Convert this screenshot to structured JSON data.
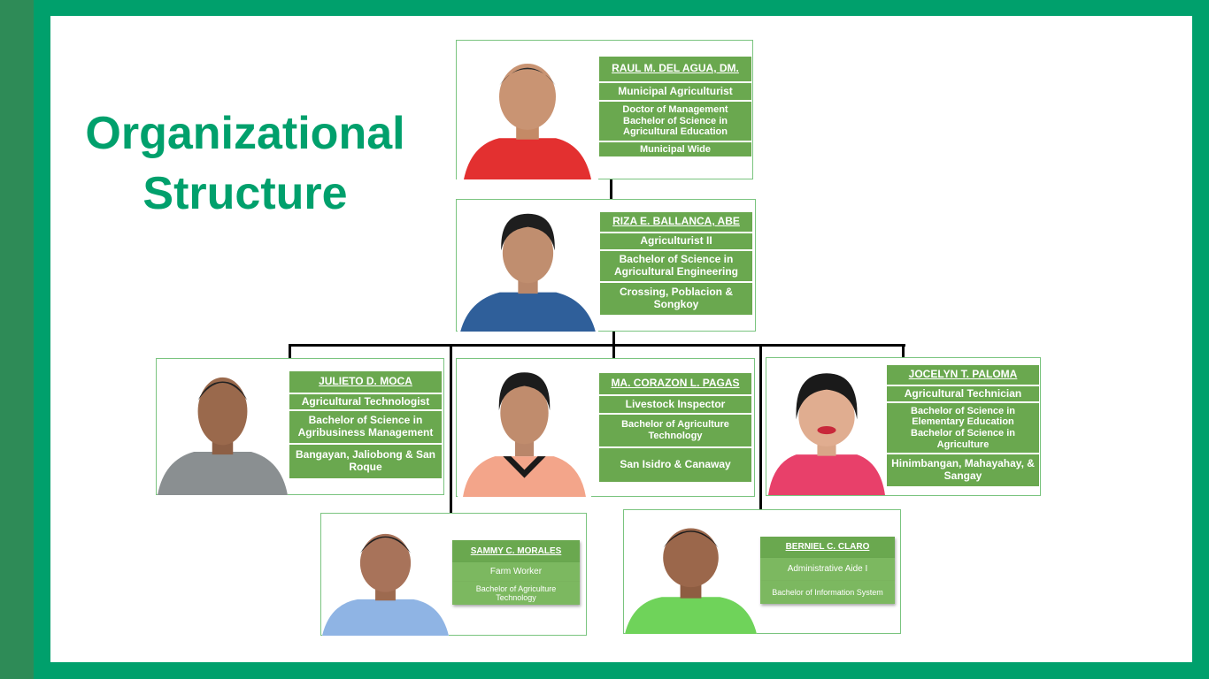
{
  "title": {
    "line1": "Organizational",
    "line2": "Structure"
  },
  "members": {
    "raul": {
      "name": "RAUL M. DEL AGUA, DM.",
      "position": "Municipal Agriculturist",
      "education": "Doctor of Management Bachelor of Science in Agricultural Education",
      "area": "Municipal Wide",
      "shirt": "#e33030"
    },
    "riza": {
      "name": "RIZA E. BALLANCA, ABE",
      "position": "Agriculturist II",
      "education": "Bachelor of Science in Agricultural Engineering",
      "area": "Crossing, Poblacion & Songkoy",
      "shirt": "#2f5f9a"
    },
    "julieto": {
      "name": "JULIETO D. MOCA",
      "position": "Agricultural Technologist",
      "education": "Bachelor of Science in Agribusiness Management",
      "area": "Bangayan, Jaliobong & San Roque",
      "shirt": "#8a8f91"
    },
    "corazon": {
      "name": "MA. CORAZON L. PAGAS",
      "position": "Livestock Inspector",
      "education": "Bachelor of Agriculture Technology",
      "area": "San Isidro & Canaway",
      "shirt": "#f3a58a"
    },
    "jocelyn": {
      "name": "JOCELYN T. PALOMA",
      "position": "Agricultural Technician",
      "education": "Bachelor of Science in Elementary Education Bachelor of Science in Agriculture",
      "area": "Hinimbangan, Mahayahay, & Sangay",
      "shirt": "#e8406a"
    },
    "sammy": {
      "name": "SAMMY C. MORALES",
      "position": "Farm Worker",
      "education": "Bachelor of Agriculture Technology",
      "shirt": "#8fb4e4"
    },
    "berniel": {
      "name": "BERNIEL C. CLARO",
      "position": "Administrative Aide I",
      "education": "Bachelor of Information System",
      "shirt": "#6fd35a"
    }
  },
  "colors": {
    "accent": "#00a06c",
    "box": "#6aa84f",
    "border": "#7ac47f"
  }
}
